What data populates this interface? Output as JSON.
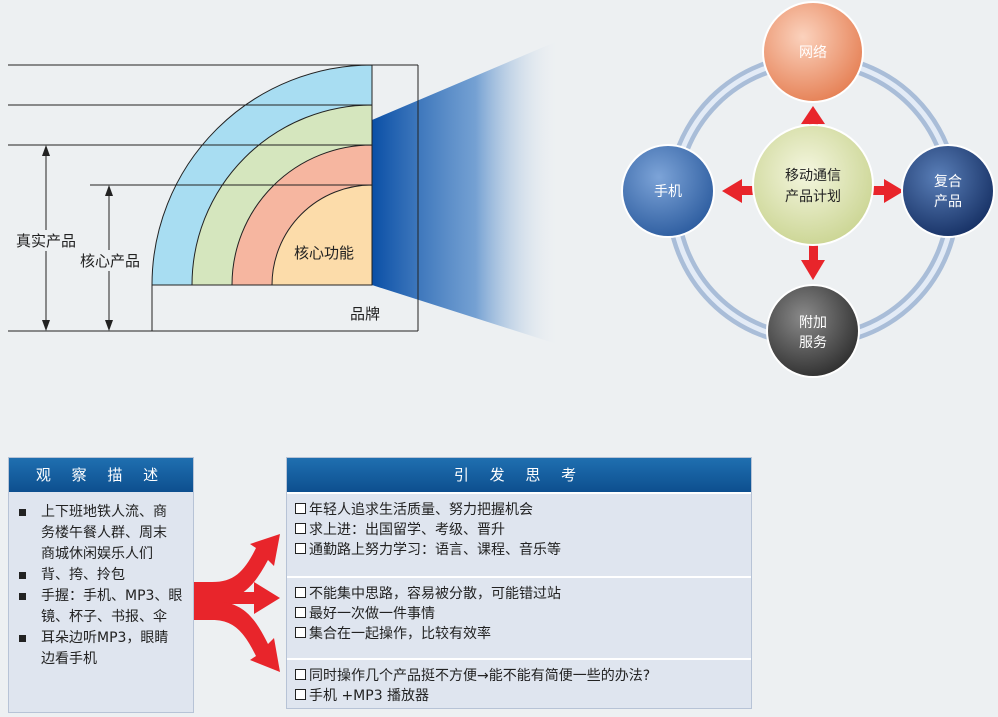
{
  "product_model": {
    "labels": {
      "real_product": "真实产品",
      "core_product": "核心产品",
      "core_function": "核心功能",
      "brand": "品牌"
    },
    "band_colors": [
      "#a8ddf2",
      "#d5e6be",
      "#f6b6a0",
      "#fcdcaa"
    ]
  },
  "mobile_plan": {
    "center": "移动通信\n产品计划",
    "center_lines": [
      "移动通信",
      "产品计划"
    ],
    "nodes": {
      "top": [
        "网络"
      ],
      "left": [
        "手机"
      ],
      "right": [
        "复合",
        "产品"
      ],
      "bottom": [
        "附加",
        "服务"
      ]
    },
    "colors": {
      "top": "#f0a27c",
      "left": "#3f6fb0",
      "right": "#23457f",
      "bottom": "#4a4a4a",
      "center": "#d8e0a0",
      "arrows": "#e8252b"
    }
  },
  "observation": {
    "title": "观 察 描 述",
    "items": [
      [
        "上下班地铁人流、商",
        "务楼午餐人群、周末",
        "商城休闲娱乐人们"
      ],
      [
        "背、挎、拎包"
      ],
      [
        "手握：手机、MP3、眼",
        "镜、杯子、书报、伞"
      ],
      [
        "耳朵边听MP3，眼睛",
        "边看手机"
      ]
    ]
  },
  "thinking": {
    "title": "引 发 思 考",
    "groups": [
      [
        "年轻人追求生活质量、努力把握机会",
        "求上进：出国留学、考级、晋升",
        "通勤路上努力学习：语言、课程、音乐等"
      ],
      [
        "不能集中思路，容易被分散，可能错过站",
        "最好一次做一件事情",
        "集合在一起操作，比较有效率"
      ],
      [
        "同时操作几个产品挺不方便→能不能有简便一些的办法?",
        "手机 +MP3 播放器"
      ]
    ]
  }
}
